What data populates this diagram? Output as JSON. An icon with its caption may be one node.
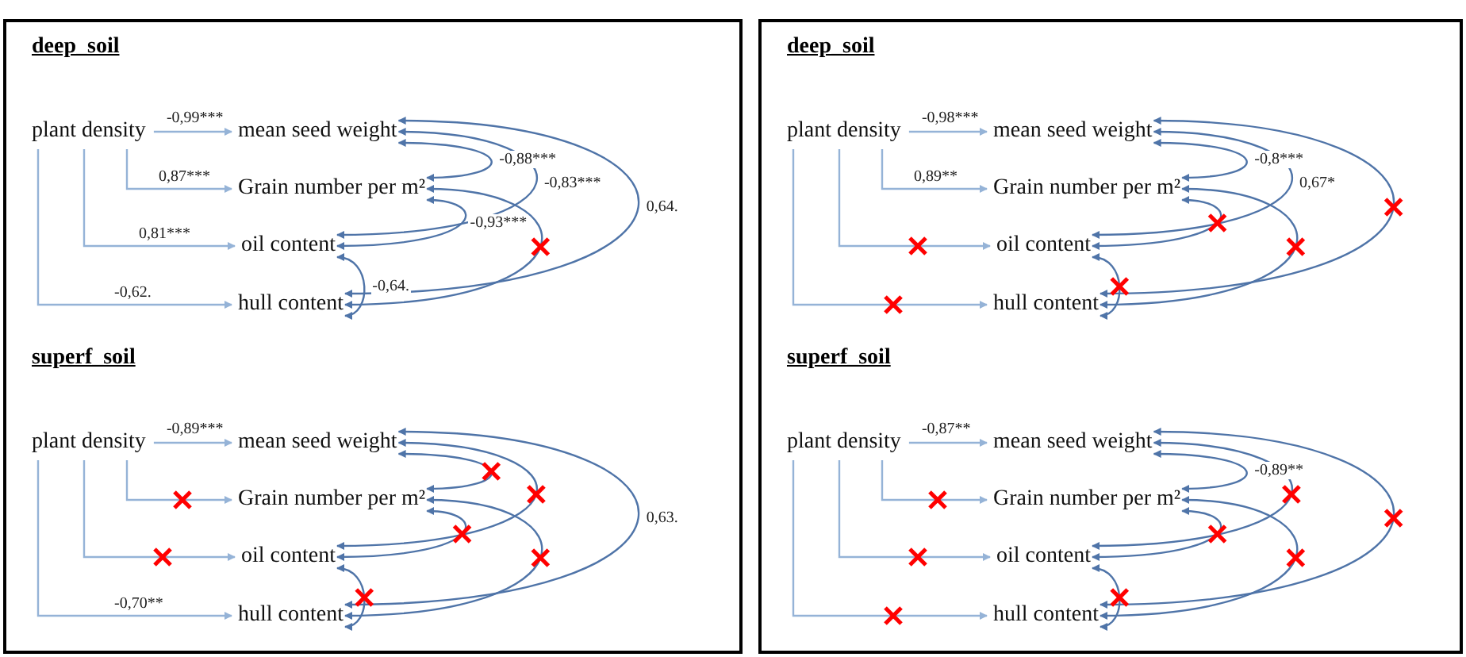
{
  "diagram": {
    "nodes": [
      {
        "text": [],
        "shape": "box"
      },
      {
        "text": [],
        "shape": "box"
      },
      {
        "text": [
          "deep_soil"
        ],
        "in": 0
      },
      {
        "text": [
          "superf_soil"
        ],
        "in": 0
      },
      {
        "text": [
          "deep_soil"
        ],
        "in": 1
      },
      {
        "text": [
          "superf_soil"
        ],
        "in": 1
      },
      {
        "text": [
          "plant density"
        ],
        "in": 2
      },
      {
        "text": [
          "mean seed weight"
        ],
        "in": 2
      },
      {
        "text": [
          "Grain number per m²"
        ],
        "in": 2
      },
      {
        "text": [
          "oil content"
        ],
        "in": 2
      },
      {
        "text": [
          "hull content"
        ],
        "in": 2
      },
      {
        "text": [
          "plant density"
        ],
        "in": 3
      },
      {
        "text": [
          "mean seed weight"
        ],
        "in": 3
      },
      {
        "text": [
          "Grain number per m²"
        ],
        "in": 3
      },
      {
        "text": [
          "oil content"
        ],
        "in": 3
      },
      {
        "text": [
          "hull content"
        ],
        "in": 3
      },
      {
        "text": [
          "plant density"
        ],
        "in": 4
      },
      {
        "text": [
          "mean seed weight"
        ],
        "in": 4
      },
      {
        "text": [
          "Grain number per m²"
        ],
        "in": 4
      },
      {
        "text": [
          "oil content"
        ],
        "in": 4
      },
      {
        "text": [
          "hull content"
        ],
        "in": 4
      },
      {
        "text": [
          "plant density"
        ],
        "in": 5
      },
      {
        "text": [
          "mean seed weight"
        ],
        "in": 5
      },
      {
        "text": [
          "Grain number per m²"
        ],
        "in": 5
      },
      {
        "text": [
          "oil content"
        ],
        "in": 5
      },
      {
        "text": [
          "hull content"
        ],
        "in": 5
      }
    ],
    "edges": [
      {
        "from": 6,
        "to": 7,
        "arrow": "to",
        "label": "-0,99***",
        "color": "#95b3d7"
      },
      {
        "from": 6,
        "to": 8,
        "arrow": "to",
        "label": "0,87***",
        "color": "#95b3d7"
      },
      {
        "from": 6,
        "to": 9,
        "arrow": "to",
        "label": "0,81***",
        "color": "#95b3d7"
      },
      {
        "from": 6,
        "to": 10,
        "arrow": "to",
        "label": "-0,62.",
        "color": "#95b3d7"
      },
      {
        "from": 7,
        "to": 8,
        "arrow": "both",
        "label": "-0,88***"
      },
      {
        "from": 7,
        "to": 9,
        "arrow": "both",
        "label": "-0,83***"
      },
      {
        "from": 7,
        "to": 10,
        "arrow": "both",
        "label": "0,64."
      },
      {
        "from": 8,
        "to": 9,
        "arrow": "both",
        "label": "-0,93***"
      },
      {
        "from": 8,
        "to": 10,
        "arrow": "both"
      },
      {
        "from": 9,
        "to": 10,
        "arrow": "both",
        "label": "-0,64."
      },
      {
        "from": 11,
        "to": 12,
        "arrow": "to",
        "label": "-0,89***",
        "color": "#95b3d7"
      },
      {
        "from": 11,
        "to": 13,
        "arrow": "to",
        "color": "#95b3d7"
      },
      {
        "from": 11,
        "to": 14,
        "arrow": "to",
        "color": "#95b3d7"
      },
      {
        "from": 11,
        "to": 15,
        "arrow": "to",
        "label": "-0,70**",
        "color": "#95b3d7"
      },
      {
        "from": 12,
        "to": 13,
        "arrow": "both"
      },
      {
        "from": 12,
        "to": 14,
        "arrow": "both"
      },
      {
        "from": 12,
        "to": 15,
        "arrow": "both",
        "label": "0,63."
      },
      {
        "from": 13,
        "to": 14,
        "arrow": "both"
      },
      {
        "from": 13,
        "to": 15,
        "arrow": "both"
      },
      {
        "from": 14,
        "to": 15,
        "arrow": "both"
      },
      {
        "from": 16,
        "to": 17,
        "arrow": "to",
        "label": "-0,98***",
        "color": "#95b3d7"
      },
      {
        "from": 16,
        "to": 18,
        "arrow": "to",
        "label": "0,89**",
        "color": "#95b3d7"
      },
      {
        "from": 16,
        "to": 19,
        "arrow": "to",
        "color": "#95b3d7"
      },
      {
        "from": 16,
        "to": 20,
        "arrow": "to",
        "color": "#95b3d7"
      },
      {
        "from": 17,
        "to": 18,
        "arrow": "both",
        "label": "-0,8***"
      },
      {
        "from": 17,
        "to": 19,
        "arrow": "both",
        "label": "0,67*"
      },
      {
        "from": 17,
        "to": 20,
        "arrow": "both"
      },
      {
        "from": 18,
        "to": 19,
        "arrow": "both"
      },
      {
        "from": 18,
        "to": 20,
        "arrow": "both"
      },
      {
        "from": 19,
        "to": 20,
        "arrow": "both"
      },
      {
        "from": 21,
        "to": 22,
        "arrow": "to",
        "label": "-0,87**",
        "color": "#95b3d7"
      },
      {
        "from": 21,
        "to": 23,
        "arrow": "to",
        "color": "#95b3d7"
      },
      {
        "from": 21,
        "to": 24,
        "arrow": "to",
        "color": "#95b3d7"
      },
      {
        "from": 21,
        "to": 25,
        "arrow": "to",
        "color": "#95b3d7"
      },
      {
        "from": 22,
        "to": 23,
        "arrow": "both",
        "label": "-0,89**"
      },
      {
        "from": 22,
        "to": 24,
        "arrow": "both"
      },
      {
        "from": 22,
        "to": 25,
        "arrow": "both"
      },
      {
        "from": 23,
        "to": 24,
        "arrow": "both"
      },
      {
        "from": 23,
        "to": 25,
        "arrow": "both"
      },
      {
        "from": 24,
        "to": 25,
        "arrow": "both"
      }
    ]
  }
}
